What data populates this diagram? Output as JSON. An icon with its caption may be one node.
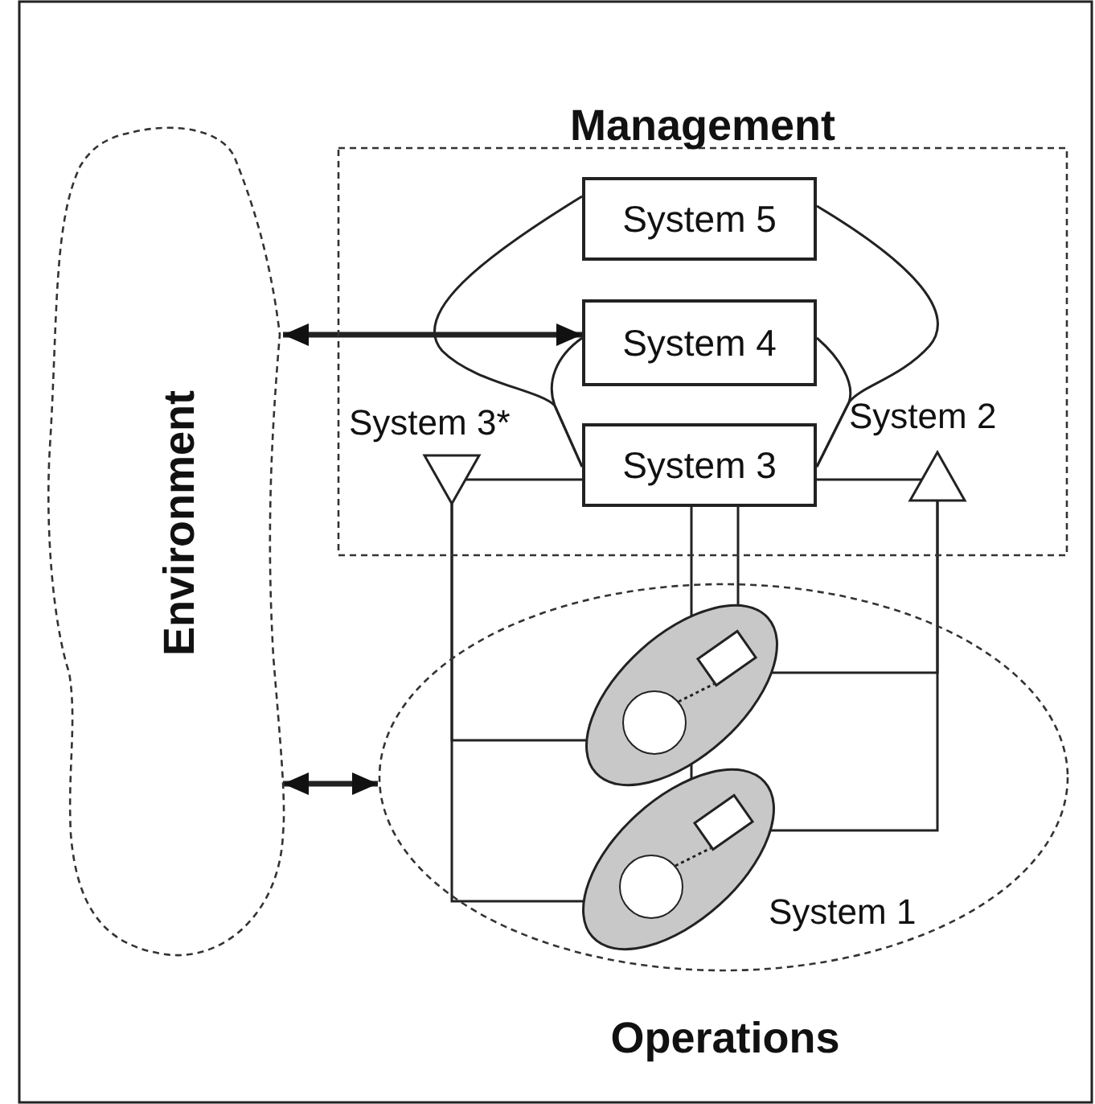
{
  "diagram": {
    "nodes": [
      {
        "text": [
          "Environment"
        ]
      },
      {
        "text": [
          "Management"
        ]
      },
      {
        "text": [
          "System 5"
        ],
        "in": 1
      },
      {
        "text": [
          "System 4"
        ],
        "in": 1
      },
      {
        "text": [
          "System 3"
        ],
        "in": 1
      },
      {
        "text": [
          "System 3*"
        ],
        "in": 1
      },
      {
        "text": [
          "System 2"
        ],
        "in": 1
      },
      {
        "text": [
          "System 1",
          "Operations"
        ]
      },
      {
        "text": [],
        "shape": "ellipse",
        "in": 7
      },
      {
        "text": [],
        "shape": "circle",
        "in": 8
      },
      {
        "text": [],
        "shape": "box",
        "in": 8
      },
      {
        "text": [],
        "shape": "ellipse",
        "in": 7
      },
      {
        "text": [],
        "shape": "circle",
        "in": 11
      },
      {
        "text": [],
        "shape": "box",
        "in": 11
      }
    ],
    "edges": [
      {
        "from": 0,
        "to": 3,
        "arrow": "both",
        "style": "thick"
      },
      {
        "from": 0,
        "to": 7,
        "arrow": "both",
        "style": "thick"
      },
      {
        "from": 2,
        "to": 4,
        "arrow": "none"
      },
      {
        "from": 3,
        "to": 4,
        "arrow": "none"
      },
      {
        "from": 2,
        "to": 4,
        "arrow": "none"
      },
      {
        "from": 3,
        "to": 4,
        "arrow": "none"
      },
      {
        "from": 4,
        "to": 5,
        "arrow": "none"
      },
      {
        "from": 4,
        "to": 6,
        "arrow": "none"
      },
      {
        "from": 4,
        "to": 8,
        "arrow": "none"
      },
      {
        "from": 4,
        "to": 11,
        "arrow": "none"
      },
      {
        "from": 5,
        "to": 8,
        "arrow": "none"
      },
      {
        "from": 5,
        "to": 11,
        "arrow": "none"
      },
      {
        "from": 6,
        "to": 8,
        "arrow": "none"
      },
      {
        "from": 6,
        "to": 11,
        "arrow": "none"
      },
      {
        "from": 9,
        "to": 10,
        "arrow": "none",
        "style": "dashed"
      },
      {
        "from": 12,
        "to": 13,
        "arrow": "none",
        "style": "dashed"
      }
    ]
  }
}
